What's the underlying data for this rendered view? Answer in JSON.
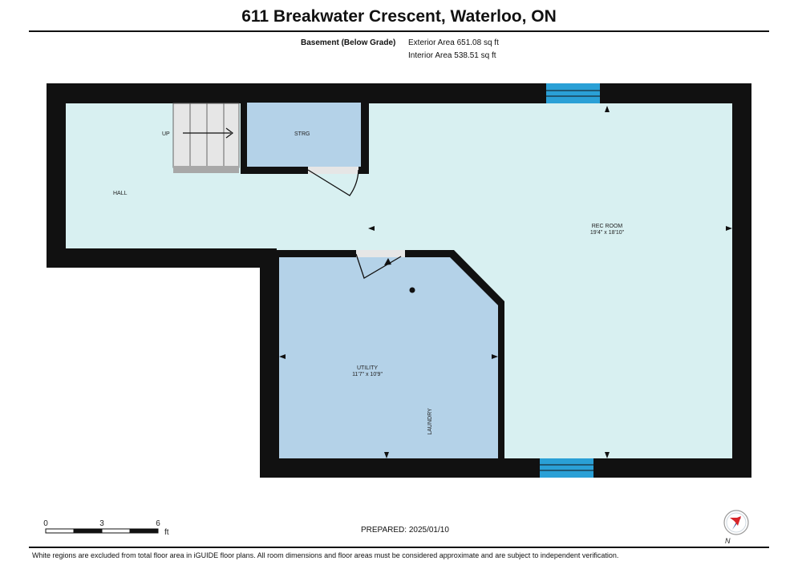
{
  "header": {
    "title": "611 Breakwater Crescent, Waterloo, ON",
    "level": "Basement (Below Grade)",
    "exterior_area": "Exterior Area 651.08 sq ft",
    "interior_area": "Interior Area 538.51 sq ft"
  },
  "rooms": {
    "hall": "HALL",
    "strg": "STRG",
    "stairs_up": "UP",
    "rec_room": "REC ROOM",
    "rec_room_dims": "19'4\" x 18'10\"",
    "utility": "UTILITY",
    "utility_dims": "11'7\" x 10'9\"",
    "laundry": "LAUNDRY"
  },
  "scale": {
    "tick_0": "0",
    "tick_3": "3",
    "tick_6": "6",
    "unit": "ft"
  },
  "compass": {
    "label": "N"
  },
  "prepared": "PREPARED: 2025/01/10",
  "footer": "White regions are excluded from total floor area in iGUIDE floor plans. All room dimensions and floor areas must be considered approximate and are subject to independent verification.",
  "colors": {
    "wall": "#111111",
    "rec_hall_floor": "#d8f0f1",
    "utility_strg_floor": "#b4d2e8",
    "window": "#2aa0d6",
    "stairs": "#e6e6e6",
    "compass_red": "#d8252a"
  }
}
